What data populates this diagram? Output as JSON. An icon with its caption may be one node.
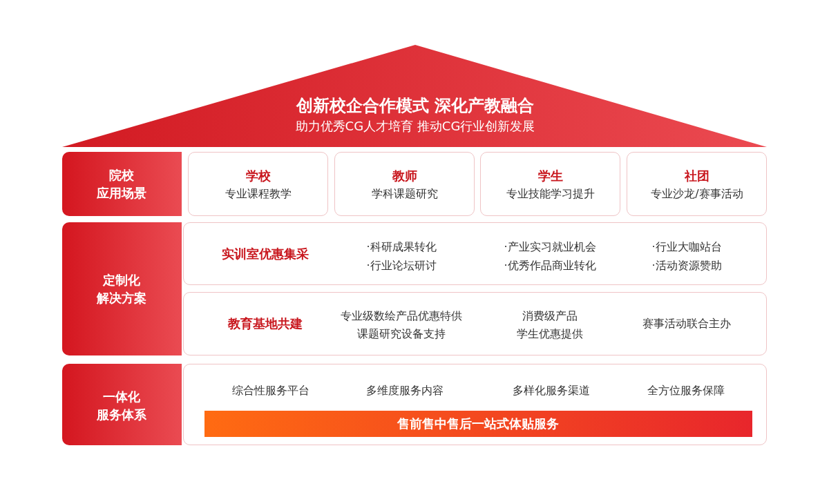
{
  "diagram": {
    "nodes": [
      {
        "text": [
          "创新校企合作模式 深化产教融合",
          "助力优秀CG人才培育 推动CG行业创新发展"
        ]
      },
      {
        "text": [
          "院校",
          "应用场景"
        ]
      },
      {
        "text": [
          "学校",
          "专业课程教学"
        ]
      },
      {
        "text": [
          "教师",
          "学科课题研究"
        ]
      },
      {
        "text": [
          "学生",
          "专业技能学习提升"
        ]
      },
      {
        "text": [
          "社团",
          "专业沙龙/赛事活动"
        ]
      },
      {
        "text": [
          "定制化",
          "解决方案"
        ]
      },
      {
        "text": [
          "实训室优惠集采",
          "·科研成果转化",
          "·行业论坛研讨",
          "·产业实习就业机会",
          "·优秀作品商业转化",
          "·行业大咖站台",
          "·活动资源赞助"
        ]
      },
      {
        "text": [
          "教育基地共建",
          "专业级数绘产品优惠特供",
          "课题研究设备支持",
          "消费级产品",
          "学生优惠提供",
          "赛事活动联合主办"
        ]
      },
      {
        "text": [
          "一体化",
          "服务体系"
        ]
      },
      {
        "text": [
          "综合性服务平台",
          "多维度服务内容",
          "多样化服务渠道",
          "全方位服务保障"
        ]
      },
      {
        "text": [
          "售前售中售后一站式体贴服务"
        ],
        "in": 10
      }
    ]
  }
}
